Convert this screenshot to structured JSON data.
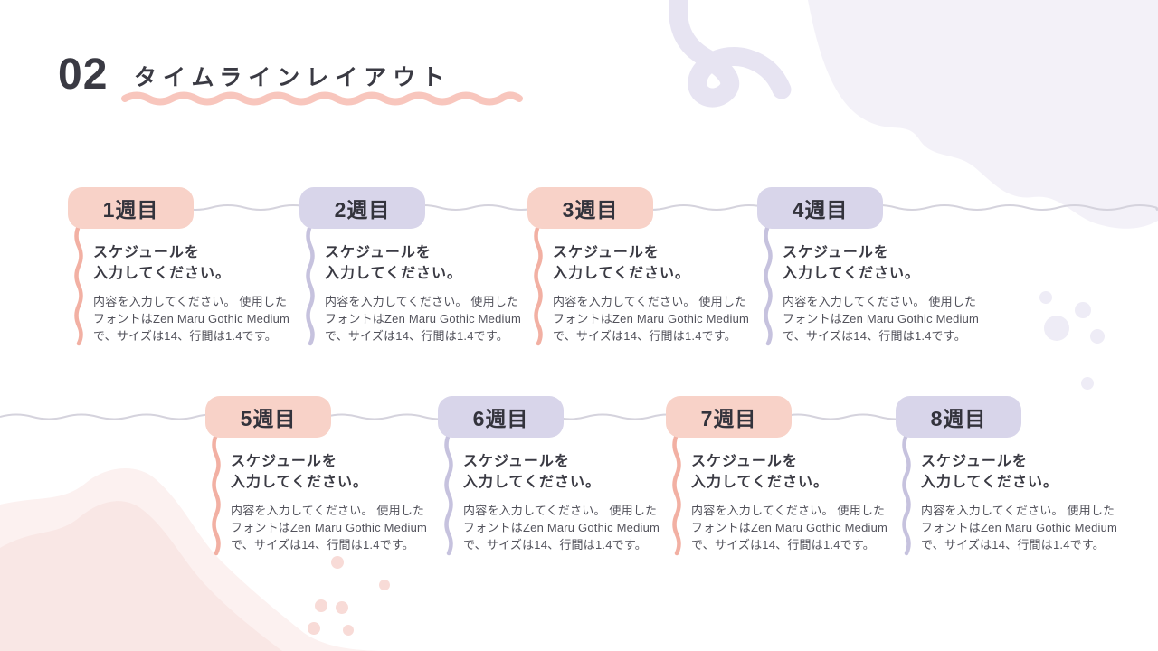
{
  "slide": {
    "number": "02",
    "title": "タイムラインレイアウト"
  },
  "timeline": {
    "items": [
      {
        "label": "1週目",
        "color": "pink",
        "heading": "スケジュールを\n入力してください。",
        "body": "内容を入力してください。 使用した\nフォントはZen Maru Gothic Medium\nで、サイズは14、行間は1.4です。"
      },
      {
        "label": "2週目",
        "color": "purple",
        "heading": "スケジュールを\n入力してください。",
        "body": "内容を入力してください。 使用した\nフォントはZen Maru Gothic Medium\nで、サイズは14、行間は1.4です。"
      },
      {
        "label": "3週目",
        "color": "pink",
        "heading": "スケジュールを\n入力してください。",
        "body": "内容を入力してください。 使用した\nフォントはZen Maru Gothic Medium\nで、サイズは14、行間は1.4です。"
      },
      {
        "label": "4週目",
        "color": "purple",
        "heading": "スケジュールを\n入力してください。",
        "body": "内容を入力してください。 使用した\nフォントはZen Maru Gothic Medium\nで、サイズは14、行間は1.4です。"
      },
      {
        "label": "5週目",
        "color": "pink",
        "heading": "スケジュールを\n入力してください。",
        "body": "内容を入力してください。 使用した\nフォントはZen Maru Gothic Medium\nで、サイズは14、行間は1.4です。"
      },
      {
        "label": "6週目",
        "color": "purple",
        "heading": "スケジュールを\n入力してください。",
        "body": "内容を入力してください。 使用した\nフォントはZen Maru Gothic Medium\nで、サイズは14、行間は1.4です。"
      },
      {
        "label": "7週目",
        "color": "pink",
        "heading": "スケジュールを\n入力してください。",
        "body": "内容を入力してください。 使用した\nフォントはZen Maru Gothic Medium\nで、サイズは14、行間は1.4です。"
      },
      {
        "label": "8週目",
        "color": "purple",
        "heading": "スケジュールを\n入力してください。",
        "body": "内容を入力してください。 使用した\nフォントはZen Maru Gothic Medium\nで、サイズは14、行間は1.4です。"
      }
    ]
  },
  "colors": {
    "badge_pink": "#f8d2c8",
    "badge_purple": "#d8d5ea",
    "line_pink": "#f2b0a3",
    "line_purple": "#c6c2de",
    "connector": "#d5d3dd",
    "underline": "#f8c6bd",
    "text_dark": "#3a3a43",
    "text_body": "#52525b",
    "blob_lavender": "#f3f1f8",
    "doodle_lavender": "#e7e4f2",
    "blob_pink_light": "#fcf1f0",
    "blob_pink_deep": "#f9e7e5",
    "dot_pink": "#f8dbd7",
    "dot_lavender": "#eeecf6"
  }
}
